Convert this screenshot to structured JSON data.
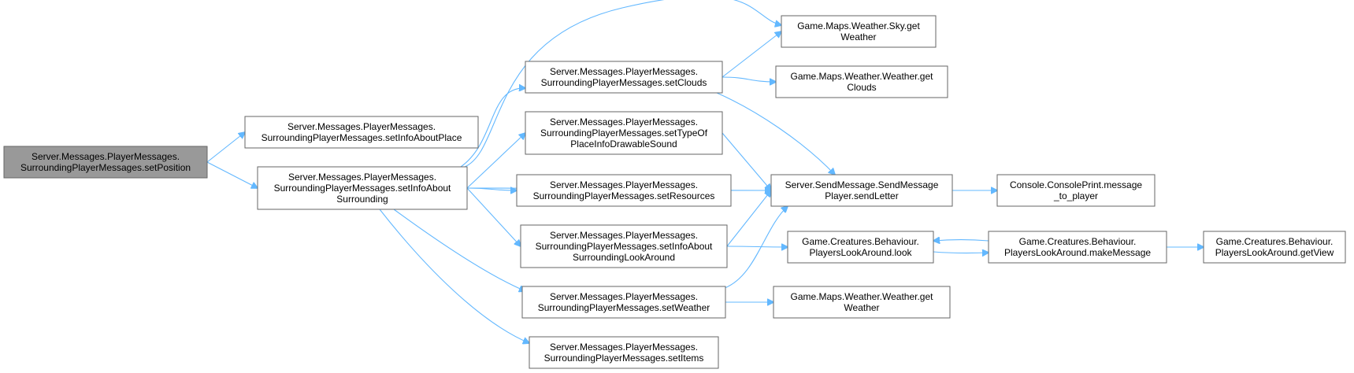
{
  "nodes": [
    {
      "id": "setPosition",
      "lines": [
        "Server.Messages.PlayerMessages.",
        "SurroundingPlayerMessages.setPosition"
      ]
    },
    {
      "id": "setInfoAboutPlace",
      "lines": [
        "Server.Messages.PlayerMessages.",
        "SurroundingPlayerMessages.setInfoAboutPlace"
      ]
    },
    {
      "id": "setInfoAboutSurrounding",
      "lines": [
        "Server.Messages.PlayerMessages.",
        "SurroundingPlayerMessages.setInfoAbout",
        "Surrounding"
      ]
    },
    {
      "id": "setClouds",
      "lines": [
        "Server.Messages.PlayerMessages.",
        "SurroundingPlayerMessages.setClouds"
      ]
    },
    {
      "id": "setTypeOfPlace",
      "lines": [
        "Server.Messages.PlayerMessages.",
        "SurroundingPlayerMessages.setTypeOf",
        "PlaceInfoDrawableSound"
      ]
    },
    {
      "id": "setResources",
      "lines": [
        "Server.Messages.PlayerMessages.",
        "SurroundingPlayerMessages.setResources"
      ]
    },
    {
      "id": "setLookAround",
      "lines": [
        "Server.Messages.PlayerMessages.",
        "SurroundingPlayerMessages.setInfoAbout",
        "SurroundingLookAround"
      ]
    },
    {
      "id": "setWeather",
      "lines": [
        "Server.Messages.PlayerMessages.",
        "SurroundingPlayerMessages.setWeather"
      ]
    },
    {
      "id": "setItems",
      "lines": [
        "Server.Messages.PlayerMessages.",
        "SurroundingPlayerMessages.setItems"
      ]
    },
    {
      "id": "skyGetWeather",
      "lines": [
        "Game.Maps.Weather.Sky.get",
        "Weather"
      ]
    },
    {
      "id": "weatherGetClouds",
      "lines": [
        "Game.Maps.Weather.Weather.get",
        "Clouds"
      ]
    },
    {
      "id": "sendLetter",
      "lines": [
        "Server.SendMessage.SendMessage",
        "Player.sendLetter"
      ]
    },
    {
      "id": "look",
      "lines": [
        "Game.Creatures.Behaviour.",
        "PlayersLookAround.look"
      ]
    },
    {
      "id": "weatherGetWeather",
      "lines": [
        "Game.Maps.Weather.Weather.get",
        "Weather"
      ]
    },
    {
      "id": "messageToPlayer",
      "lines": [
        "Console.ConsolePrint.message",
        "_to_player"
      ]
    },
    {
      "id": "makeMessage",
      "lines": [
        "Game.Creatures.Behaviour.",
        "PlayersLookAround.makeMessage"
      ]
    },
    {
      "id": "getView",
      "lines": [
        "Game.Creatures.Behaviour.",
        "PlayersLookAround.getView"
      ]
    }
  ],
  "edges": [
    {
      "from": "setPosition",
      "to": "setInfoAboutPlace"
    },
    {
      "from": "setPosition",
      "to": "setInfoAboutSurrounding"
    },
    {
      "from": "setInfoAboutSurrounding",
      "to": "skyGetWeather"
    },
    {
      "from": "setInfoAboutSurrounding",
      "to": "setClouds"
    },
    {
      "from": "setInfoAboutSurrounding",
      "to": "setTypeOfPlace"
    },
    {
      "from": "setInfoAboutSurrounding",
      "to": "setResources"
    },
    {
      "from": "setInfoAboutSurrounding",
      "to": "setLookAround"
    },
    {
      "from": "setInfoAboutSurrounding",
      "to": "setWeather"
    },
    {
      "from": "setInfoAboutSurrounding",
      "to": "setItems"
    },
    {
      "from": "setInfoAboutSurrounding",
      "to": "sendLetter"
    },
    {
      "from": "setClouds",
      "to": "skyGetWeather"
    },
    {
      "from": "setClouds",
      "to": "weatherGetClouds"
    },
    {
      "from": "setClouds",
      "to": "sendLetter"
    },
    {
      "from": "setTypeOfPlace",
      "to": "sendLetter"
    },
    {
      "from": "setResources",
      "to": "sendLetter"
    },
    {
      "from": "setLookAround",
      "to": "sendLetter"
    },
    {
      "from": "setLookAround",
      "to": "look"
    },
    {
      "from": "setWeather",
      "to": "sendLetter"
    },
    {
      "from": "setWeather",
      "to": "weatherGetWeather"
    },
    {
      "from": "sendLetter",
      "to": "messageToPlayer"
    },
    {
      "from": "look",
      "to": "makeMessage"
    },
    {
      "from": "makeMessage",
      "to": "look"
    },
    {
      "from": "makeMessage",
      "to": "getView"
    }
  ]
}
